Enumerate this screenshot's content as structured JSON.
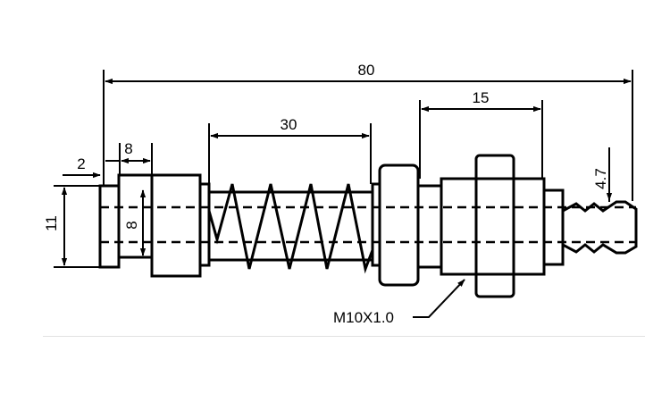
{
  "drawing": {
    "ink_color": "#000000",
    "background_color": "#ffffff",
    "dimensions": {
      "overall_length": "80",
      "thread_length": "15",
      "spring_length": "30",
      "flange_thickness": "2",
      "cap_width": "8",
      "inner_diameter": "8",
      "cap_height": "11",
      "tip_diameter": "4.7"
    },
    "callouts": {
      "thread_spec": "M10X1.0"
    }
  }
}
